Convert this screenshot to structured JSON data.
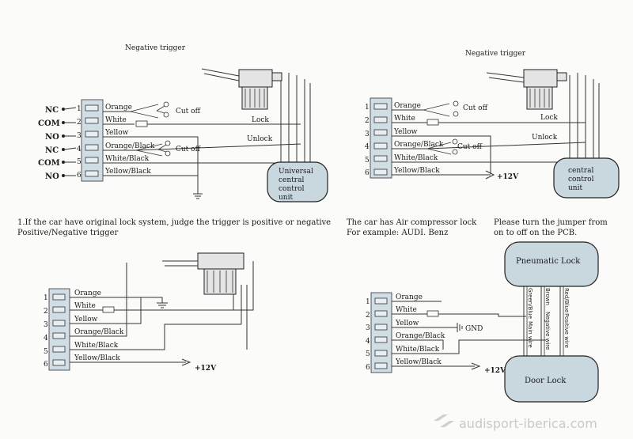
{
  "d1": {
    "heading": "Negative trigger",
    "labels": [
      "NC",
      "COM",
      "NO",
      "NC",
      "COM",
      "NO"
    ],
    "pins": [
      "1",
      "2",
      "3",
      "4",
      "5",
      "6"
    ],
    "wires": [
      "Orange",
      "White",
      "Yellow",
      "Orange/Black",
      "White/Black",
      "Yellow/Black"
    ],
    "cut1": "Cut off",
    "cut2": "Cut off",
    "lock": "Lock",
    "unlock": "Unlock",
    "unit": [
      "Universal",
      "central",
      "control",
      "unit"
    ]
  },
  "d2": {
    "heading": "Negative trigger",
    "pins": [
      "1",
      "2",
      "3",
      "4",
      "5",
      "6"
    ],
    "wires": [
      "Orange",
      "White",
      "Yellow",
      "Orange/Black",
      "White/Black",
      "Yellow/Black"
    ],
    "cut1": "Cut off",
    "cut2": "Cut off",
    "lock": "Lock",
    "unlock": "Unlock",
    "volt": "+12V",
    "unit": [
      "central",
      "control",
      "unit"
    ]
  },
  "text1": {
    "line1": "1.If the car have original lock system, judge the trigger is positive or negative",
    "line2": "Positive/Negative  trigger"
  },
  "d3": {
    "pins": [
      "1",
      "2",
      "3",
      "4",
      "5",
      "6"
    ],
    "wires": [
      "Orange",
      "White",
      "Yellow",
      "Orange/Black",
      "White/Black",
      "Yellow/Black"
    ],
    "volt": "+12V"
  },
  "text2": {
    "line1": "The car has Air compressor lock",
    "line2": "For example: AUDI. Benz"
  },
  "text3": {
    "line1": "Please turn the jumper from",
    "line2": "on to off on the PCB."
  },
  "d4": {
    "pins": [
      "1",
      "2",
      "3",
      "4",
      "5",
      "6"
    ],
    "wires": [
      "Orange",
      "White",
      "Yellow",
      "Orange/Black",
      "White/Black",
      "Yellow/Black"
    ],
    "gnd": "GND",
    "volt": "+12V",
    "pneumatic": "Pneumatic Lock",
    "door": "Door Lock",
    "v1": "Green/Blue",
    "v2": "Main wire",
    "v3": "Brown",
    "v4": "Negative wire",
    "v5": "Red/Blue",
    "v6": "Positive wire"
  },
  "watermark": "audisport-iberica.com"
}
